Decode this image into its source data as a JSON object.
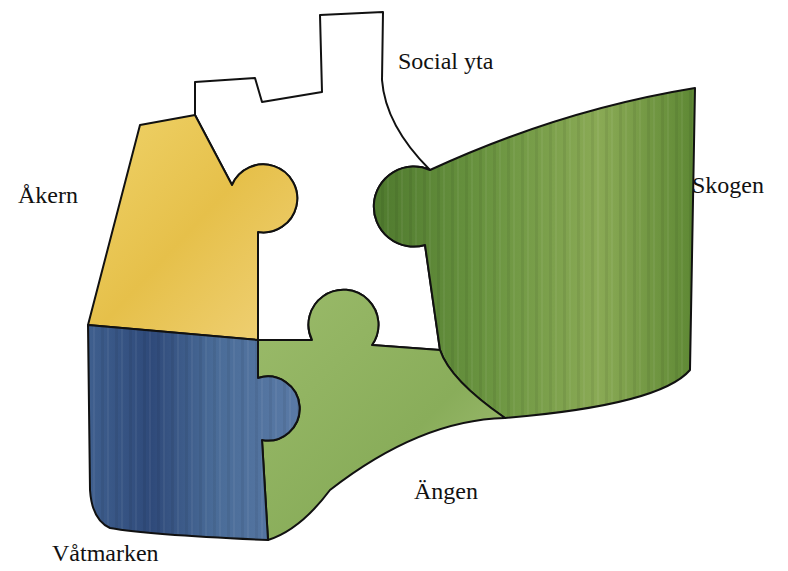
{
  "diagram": {
    "nodes": [
      {
        "text": [
          "Social yta"
        ]
      },
      {
        "text": [
          "Åkern"
        ]
      },
      {
        "text": [
          "Skogen"
        ]
      },
      {
        "text": [
          "Ängen"
        ]
      },
      {
        "text": [
          "Våtmarken"
        ]
      }
    ]
  }
}
